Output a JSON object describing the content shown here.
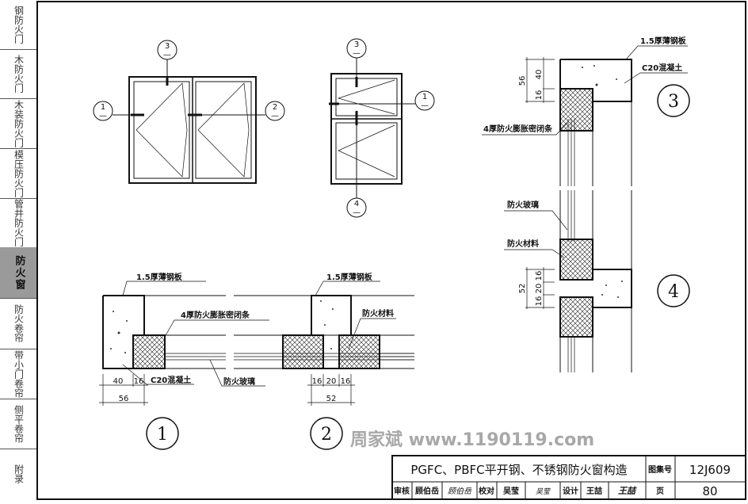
{
  "sidebar": {
    "items": [
      {
        "label": "钢防火门"
      },
      {
        "label": "木防火门"
      },
      {
        "label": "木装防火门"
      },
      {
        "label": "模压防火门"
      },
      {
        "label": "管井防火门"
      },
      {
        "label": "防火窗",
        "active": true
      },
      {
        "label": "防火卷帘"
      },
      {
        "label": "带小门卷帘"
      },
      {
        "label": "侧平卷帘"
      },
      {
        "label": "附录"
      }
    ]
  },
  "elevations": {
    "elev1_marks": {
      "top": "3",
      "left": "1",
      "right": "2",
      "sub": "—"
    },
    "elev2_marks": {
      "top": "3",
      "right": "1",
      "bottom": "4",
      "sub": "—"
    }
  },
  "details": {
    "detail1": {
      "number": "1",
      "labels": {
        "steel": "1.5厚薄钢板",
        "seal": "4厚防火膨胀密闭条",
        "concrete": "C20混凝土",
        "glass": "防火玻璃"
      },
      "dims": {
        "a": "40",
        "b": "16",
        "total": "56"
      }
    },
    "detail2": {
      "number": "2",
      "labels": {
        "steel": "1.5厚薄钢板",
        "fire_material": "防火材料"
      },
      "dims": {
        "a": "16",
        "b": "20",
        "c": "16",
        "total": "52"
      }
    },
    "detail3": {
      "number": "3",
      "labels": {
        "steel": "1.5厚薄钢板",
        "concrete": "C20混凝土",
        "seal": "4厚防火膨胀密闭条"
      },
      "dims": {
        "a": "40",
        "b": "16",
        "total": "56"
      }
    },
    "detail4": {
      "number": "4",
      "labels": {
        "glass": "防火玻璃",
        "fire_material": "防火材料"
      },
      "dims": {
        "a": "16",
        "b": "20",
        "c": "16",
        "total": "52"
      }
    }
  },
  "watermark": "周家斌 www.1190119.com",
  "title_block": {
    "title": "PGFC、PBFC平开钢、不锈钢防火窗构造",
    "atlas_label": "图集号",
    "atlas_no": "12J609",
    "review_label": "审核",
    "reviewer": "顾伯岳",
    "reviewer_sign": "顾伯岳",
    "check_label": "校对",
    "checker": "吴莹",
    "checker_sign": "吴莹",
    "design_label": "设计",
    "designer": "王喆",
    "designer_sign": "王喆",
    "page_label": "页",
    "page_no": "80"
  }
}
